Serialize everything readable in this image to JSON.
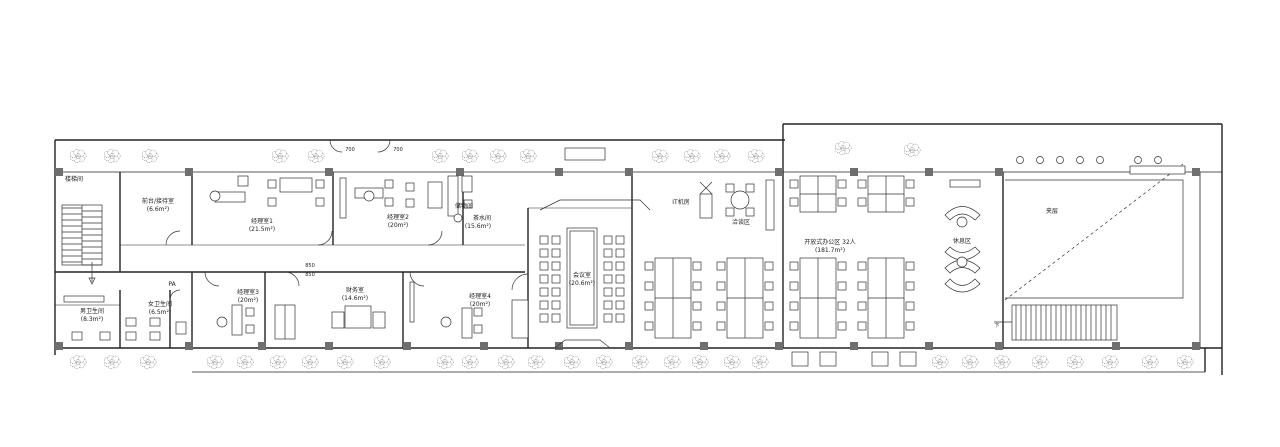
{
  "plan": {
    "rooms": {
      "stair": {
        "name": "楼梯间"
      },
      "reception": {
        "name": "前台/接待室",
        "area": "(6.6m²)"
      },
      "mgr1": {
        "name": "经理室1",
        "area": "(21.5m²)"
      },
      "mgr2": {
        "name": "经理室2",
        "area": "(20m²)"
      },
      "tea": {
        "name": "茶水间",
        "area": "(15.6m²)"
      },
      "mgr3": {
        "name": "经理室3",
        "area": "(20m²)"
      },
      "finance": {
        "name": "财务室",
        "area": "(14.6m²)"
      },
      "mgr4": {
        "name": "经理室4",
        "area": "(20m²)"
      },
      "meeting": {
        "name": "会议室",
        "area": "(20.6m²)"
      },
      "it": {
        "name": "IT机房"
      },
      "discuss": {
        "name": "洽谈区"
      },
      "open_office": {
        "name": "开放式办公区 32人",
        "area": "(181.7m²)"
      },
      "lounge": {
        "name": "休息区"
      },
      "mezzanine": {
        "name": "夹层"
      },
      "male_wc": {
        "name": "男卫生间",
        "area": "(8.3m²)"
      },
      "female_wc": {
        "name": "女卫生间",
        "area": "(6.5m²)"
      },
      "pa": {
        "name": "PA"
      },
      "storage": {
        "name": "储物间"
      }
    },
    "dimensions": {
      "top1": "700",
      "top2": "700",
      "mid1": "850",
      "mid2": "850"
    },
    "stair_arrow": "下"
  }
}
